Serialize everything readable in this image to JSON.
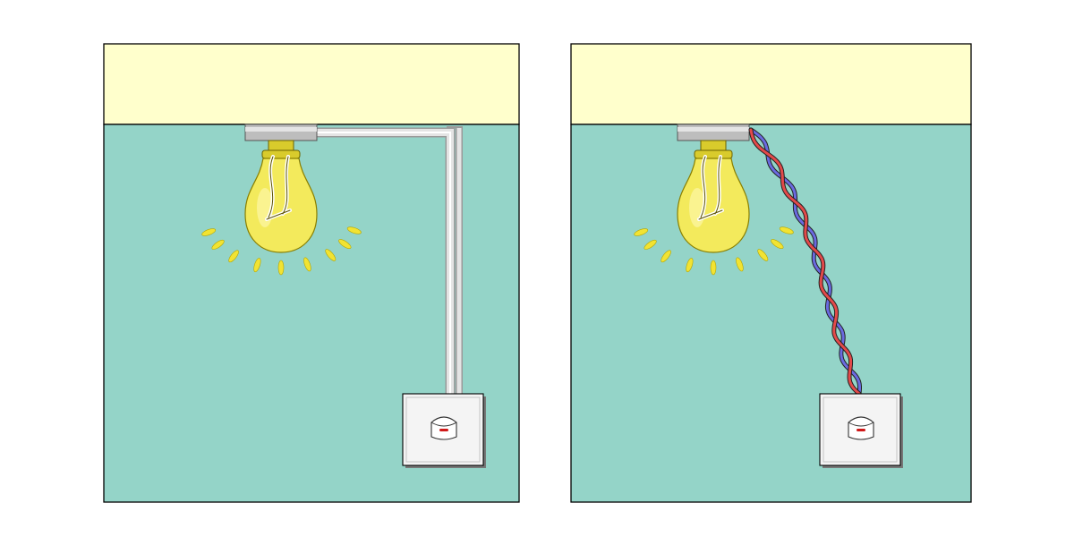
{
  "colors": {
    "background": "#ffffff",
    "ceiling": "#ffffcc",
    "wall": "#94d4c8",
    "outline": "#000000",
    "bulb_glass": "#f3ea5c",
    "bulb_highlight": "#fbf59e",
    "glow_rays": "#f2e332",
    "bulb_base": "#d9cb2c",
    "fixture_metal": "#bdbdbd",
    "fixture_highlight": "#eeeeee",
    "conduit": "#e4e4e4",
    "conduit_edge": "#9a9a9a",
    "wire_red": "#e34a4a",
    "wire_blue": "#6a6ae0",
    "switch_plate": "#f4f4f4",
    "switch_plate_edge": "#c4c4c4",
    "switch_indicator": "#d01818"
  },
  "panels": [
    {
      "id": "conduit-wiring",
      "wiring": "conduit",
      "bulb_state": "on",
      "switch_state": "on"
    },
    {
      "id": "twisted-wiring",
      "wiring": "twisted-pair",
      "bulb_state": "on",
      "switch_state": "on"
    }
  ]
}
